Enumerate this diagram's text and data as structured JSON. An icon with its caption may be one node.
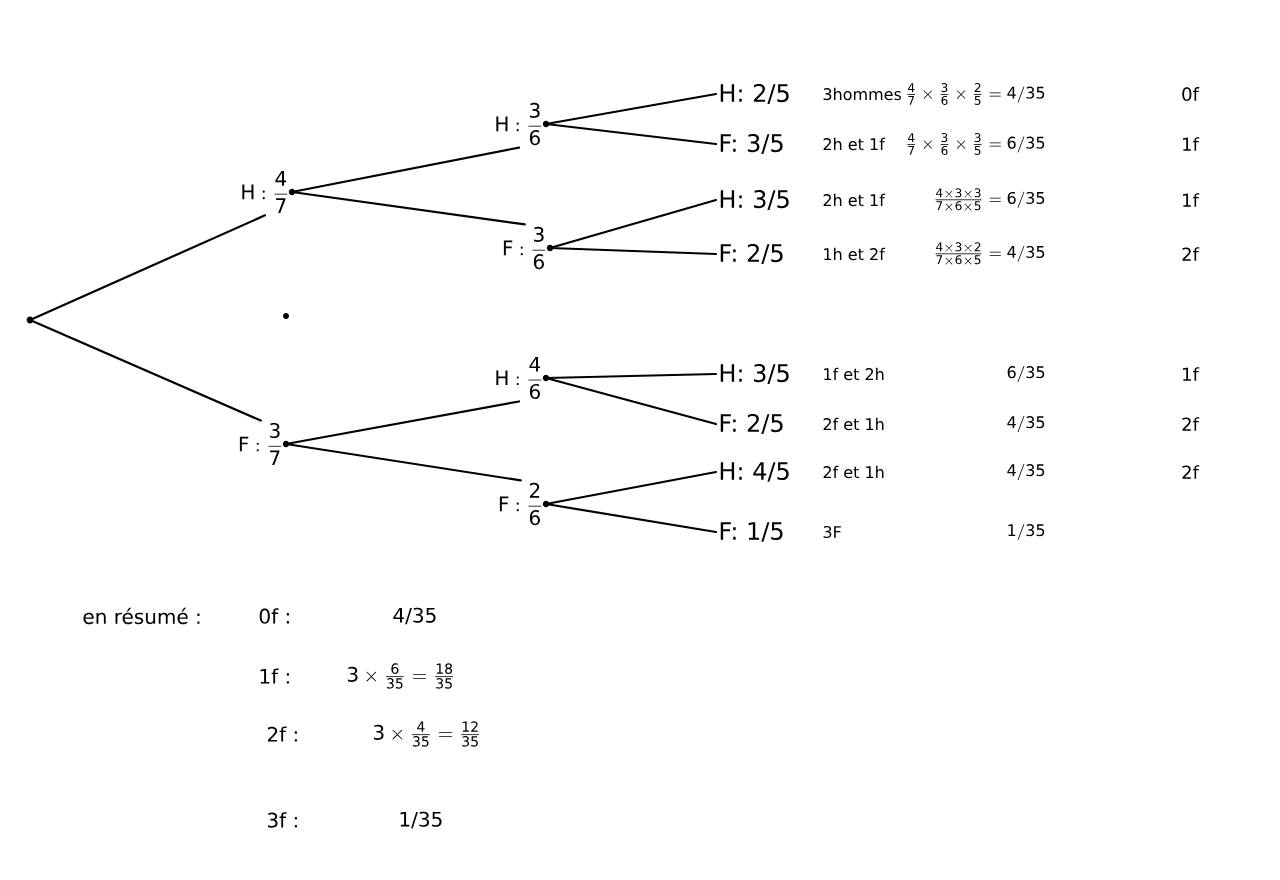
{
  "diagram": {
    "nodes": [
      {
        "text": [],
        "shape": "circle"
      },
      {
        "text": [
          "\\mathrm{H} : \\frac{4}{7}"
        ]
      },
      {
        "text": [
          "\\mathrm{F} : \\frac{3}{7}"
        ]
      },
      {
        "text": [
          "\\mathrm{H} : \\frac{3}{6}"
        ]
      },
      {
        "text": [
          "\\mathrm{F} : \\frac{3}{6}"
        ]
      },
      {
        "text": [
          "\\mathrm{H} : \\frac{4}{6}"
        ]
      },
      {
        "text": [
          "\\mathrm{F} : \\frac{2}{6}"
        ]
      },
      {
        "text": [
          "H: 2/5"
        ]
      },
      {
        "text": [
          "F: 3/5"
        ]
      },
      {
        "text": [
          "H: 3/5"
        ]
      },
      {
        "text": [
          "F: 2/5"
        ]
      },
      {
        "text": [
          "H: 3/5"
        ]
      },
      {
        "text": [
          "F: 2/5"
        ]
      },
      {
        "text": [
          "H: 4/5"
        ]
      },
      {
        "text": [
          "F: 1/5"
        ]
      }
    ],
    "edges": [
      {
        "from": 0,
        "to": 1,
        "arrow": "none"
      },
      {
        "from": 0,
        "to": 2,
        "arrow": "none"
      },
      {
        "from": 1,
        "to": 3,
        "arrow": "none"
      },
      {
        "from": 1,
        "to": 4,
        "arrow": "none"
      },
      {
        "from": 2,
        "to": 5,
        "arrow": "none"
      },
      {
        "from": 2,
        "to": 6,
        "arrow": "none"
      },
      {
        "from": 3,
        "to": 7,
        "arrow": "none"
      },
      {
        "from": 3,
        "to": 8,
        "arrow": "none"
      },
      {
        "from": 4,
        "to": 9,
        "arrow": "none"
      },
      {
        "from": 4,
        "to": 10,
        "arrow": "none"
      },
      {
        "from": 5,
        "to": 11,
        "arrow": "none"
      },
      {
        "from": 5,
        "to": 12,
        "arrow": "none"
      },
      {
        "from": 6,
        "to": 13,
        "arrow": "none"
      },
      {
        "from": 6,
        "to": 14,
        "arrow": "none"
      }
    ],
    "labels": [
      "3hommes",
      "\\frac{4}{7}\\times\\frac{3}{6}\\times\\frac{2}{5} = 4/35",
      "0f",
      "2h et 1f",
      "\\frac{4}{7}\\times\\frac{3}{6}\\times\\frac{3}{5} = 6/35",
      "1f",
      "2h et 1f",
      "\\frac{4\\times3\\times3}{7\\times6\\times5} = 6/35",
      "1f",
      "1h et 2f",
      "\\frac{4\\times3\\times2}{7\\times6\\times5} = 4/35",
      "2f",
      "1f et 2h",
      "6/35",
      "1f",
      "2f et 1h",
      "4/35",
      "2f",
      "2f et 1h",
      "4/35",
      "2f",
      "3F",
      "1/35",
      "en résumé :",
      "0f :",
      "4/35",
      "1f :",
      "3\\times\\frac{6}{35} = \\frac{18}{35}",
      "2f :",
      "3\\times\\frac{4}{35} = \\frac{12}{35}",
      "3f :",
      "1/35"
    ]
  }
}
